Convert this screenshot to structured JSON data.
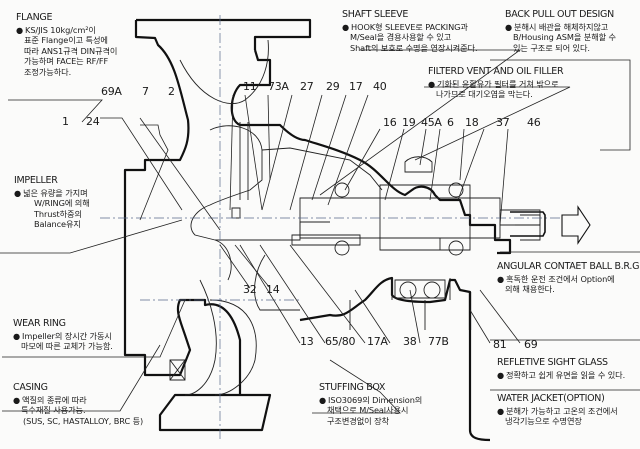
{
  "notes": {
    "flange": {
      "title": "FLANGE",
      "lines": [
        "KS/JIS 10kg/cm²이",
        "표준 Flange이고 특성에",
        "따라 ANS1규격 DIN규격이",
        "가능하며 FACE는 RF/FF",
        "조정가능하다."
      ]
    },
    "shaft_sleeve": {
      "title": "SHAFT SLEEVE",
      "lines": [
        "HOOK형 SLEEVE로  PACKING과",
        "M/Seal을 겸용사용할 수 있고",
        "Shaft의 보호로 수명을 연장시켜준다."
      ]
    },
    "back_pull_out": {
      "title": "BACK PULL  OUT DESIGN",
      "lines": [
        "분해시 배관을 해체하지않고",
        "B/Housing  ASM을 분해할 수",
        "있는 구조로 되어 있다."
      ]
    },
    "vent_filler": {
      "title": "FILTERD  VENT AND OIL  FILLER",
      "lines": [
        "기화된 윤활유가 필터를 거쳐 밖으로",
        "나가므로 대기오염을 막는다."
      ]
    },
    "impeller": {
      "title": "IMPELLER",
      "lines": [
        "넓은 유량을 가지며",
        "W/RING에 의해",
        "Thrust하중의",
        "Balance유지"
      ]
    },
    "angular_brg": {
      "title": "ANGULAR CONTAET BALL  B.R.G",
      "lines": [
        "혹독한 운전 조건에서 Option에",
        "의해 채용한다."
      ]
    },
    "wear_ring": {
      "title": "WEAR RING",
      "lines": [
        "Impeller의 장시간 가동시",
        "마모에 따른 교체가 가능함."
      ]
    },
    "sight_glass": {
      "title": "REFLETIVE SIGHT GLASS",
      "lines": [
        "정확하고 쉽게 유면을 읽을 수  있다."
      ]
    },
    "casing": {
      "title": "CASING",
      "lines": [
        "액질의 종류에 따라",
        "특수재질 사용가능.",
        "(SUS, SC, HASTALLOY, BRC 등)"
      ]
    },
    "stuffing_box": {
      "title": "STUFFING BOX",
      "lines": [
        "ISO3069의  Dimension의",
        "채택으로 M/Seal사용시",
        "구조변경없이 장착"
      ]
    },
    "water_jacket": {
      "title": "WATER  JACKET(OPTION)",
      "lines": [
        "분해가 가능하고 고온의 조건에서",
        "냉각기능으로 수명연장"
      ]
    }
  },
  "bullet": "●",
  "part_numbers": {
    "p69A": "69A",
    "p7": "7",
    "p2": "2",
    "p1": "1",
    "p24": "24",
    "p11": "11",
    "p73A": "73A",
    "p27": "27",
    "p29": "29",
    "p17": "17",
    "p40": "40",
    "p16": "16",
    "p19": "19",
    "p45A": "45A",
    "p6": "6",
    "p18": "18",
    "p37": "37",
    "p46": "46",
    "p32": "32",
    "p14": "14",
    "p13": "13",
    "p65_80": "65/80",
    "p17A": "17A",
    "p38": "38",
    "p77B": "77B",
    "p81": "81",
    "p69": "69"
  },
  "colors": {
    "ink": "#111111",
    "paper": "#fbfbfa",
    "centerline": "#5a6a8a"
  },
  "icons": {
    "rotation_arrow": "arrow-right-outline-icon"
  }
}
